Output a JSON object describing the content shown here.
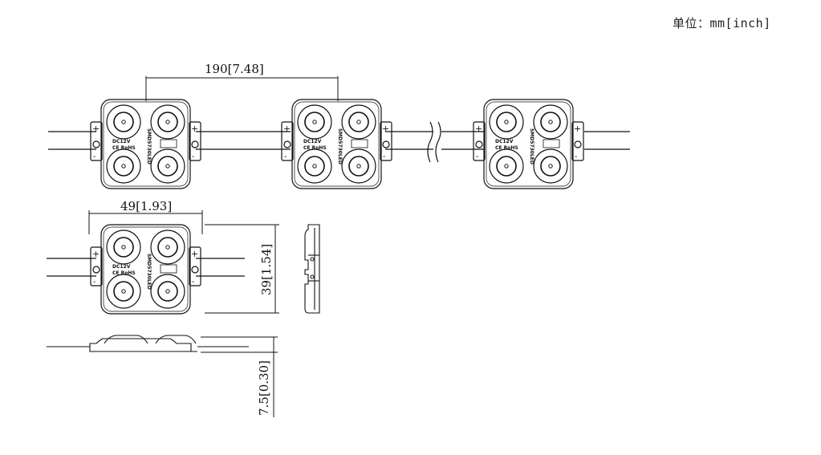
{
  "unit_label": "单位：mm[inch]",
  "dimensions": {
    "pitch": "190[7.48]",
    "width": "49[1.93]",
    "height": "39[1.54]",
    "thickness": "7.5[0.30]"
  },
  "module": {
    "voltage": "DC12V",
    "cert": "CE RoHS",
    "side_text": "SMD5730LED",
    "polarity_plus": "+",
    "polarity_minus": "-"
  },
  "colors": {
    "line": "#111111",
    "background": "#ffffff"
  }
}
